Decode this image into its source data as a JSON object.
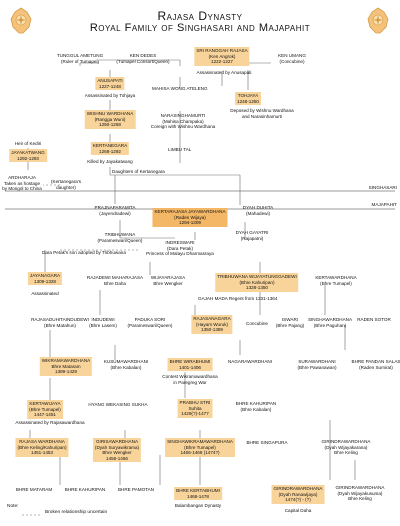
{
  "title": {
    "line1": "Rajasa Dynasty",
    "line2": "Royal Family of  Singhasari and  Majapahit"
  },
  "eras": {
    "singhasari": "SINGHASARI",
    "majapahit": "MAJAPAHIT"
  },
  "note": {
    "label": "Note:",
    "legend": "Broken relationship uncertain"
  },
  "labels": {
    "mahisa": "MAHISA WONG ATELENG",
    "limbu": "LIMBU TAL",
    "daughters": "Daughters of Kertanegara",
    "dara_text": "Dara Petak's son adopted by Tribhuwana",
    "gajah": "GAJAH MADA  Regent from 1331-1364"
  },
  "persons": [
    {
      "id": "tunggul",
      "lines": [
        "TUNGGUL AMETUNG",
        "(Ruler of Tumapel)"
      ]
    },
    {
      "id": "kendedes",
      "lines": [
        "KEN DEDES",
        "(Tumapel Consort/Queen)"
      ]
    },
    {
      "id": "rangga",
      "lines": [
        "SRI RANGGAH RAJASA",
        "(Ken Angrok)",
        "1222-1227"
      ],
      "box": true
    },
    {
      "id": "rangga_note",
      "lines": [
        "Assassinated by Anusapati"
      ]
    },
    {
      "id": "kenumang",
      "lines": [
        "KEN UMANG",
        "(Concubine)"
      ]
    },
    {
      "id": "anusapati",
      "lines": [
        "ANUSAPATI",
        "1227-1248"
      ],
      "box": true
    },
    {
      "id": "anusapati_note",
      "lines": [
        "Assassinated by Tohjaya"
      ]
    },
    {
      "id": "wishnu",
      "lines": [
        "WISHNU WARDHANA",
        "(Rangga Wuni)",
        "1250-1268"
      ],
      "box": true
    },
    {
      "id": "narasingha",
      "lines": [
        "NARASINGHAMURTI",
        "(Mahisa Champaka)",
        "Coreign with Wishnu Wardhana"
      ]
    },
    {
      "id": "tohjaya",
      "lines": [
        "TOHJAYA",
        "1248-1250"
      ],
      "box": true
    },
    {
      "id": "tohjaya_note",
      "lines": [
        "Deposed by Wishnu Wardhana",
        "and Narasinhamurti"
      ]
    },
    {
      "id": "heir",
      "lines": [
        "Heir of Kediri"
      ]
    },
    {
      "id": "jayakatwang",
      "lines": [
        "JAYAKATWANG",
        "1292-1293"
      ],
      "box": true
    },
    {
      "id": "kertanegara",
      "lines": [
        "KERTANEGARA",
        "1268-1292"
      ],
      "box": true
    },
    {
      "id": "kertanegara_note",
      "lines": [
        "Killed by Jayakatwang"
      ]
    },
    {
      "id": "ardharaja",
      "lines": [
        "ARDHARAJA",
        "Taken as hostage",
        "by Mongol to China"
      ]
    },
    {
      "id": "kertanegaras_dtr",
      "lines": [
        "(Kertanegara's",
        "daughter)"
      ]
    },
    {
      "id": "prajnaparamita",
      "lines": [
        "PRAJNAPARAMITA",
        "(Jayendradewi)"
      ]
    },
    {
      "id": "kertarajasa",
      "lines": [
        "KERTARAJASA JAYAWARDHANA",
        "(Raden Wijaya)",
        "1294-1309"
      ],
      "box": true
    },
    {
      "id": "dyahduhita",
      "lines": [
        "DYAH DUHITA",
        "(Mahadewi)"
      ]
    },
    {
      "id": "tribhuwana_q",
      "lines": [
        "TRIBHUWANA",
        "(Parameswari/Queen)"
      ]
    },
    {
      "id": "indreswari",
      "lines": [
        "INDRESWARI",
        "(Dara Petak)",
        "Princess of Malayu Dharmasraya"
      ]
    },
    {
      "id": "dyahgayatri",
      "lines": [
        "DYAH GAYATRI",
        "(Rajapatni)"
      ]
    },
    {
      "id": "jayanagara",
      "lines": [
        "JAYANAGARA",
        "1309-1328"
      ],
      "box": true
    },
    {
      "id": "jayanagara_note",
      "lines": [
        "Assassinated"
      ]
    },
    {
      "id": "rajadewi",
      "lines": [
        "RAJADEWI MAHARAJASA",
        "Bhre Daha"
      ]
    },
    {
      "id": "wijayarajasa",
      "lines": [
        "WIJAYARAJASA",
        "Bhre Wengker"
      ]
    },
    {
      "id": "tribhuwana",
      "lines": [
        "TRIBHUWANA WIJAYATUNGGADEWI",
        "(Bhre Kahuripan)",
        "1328-1350"
      ],
      "box": true
    },
    {
      "id": "kertawardhana",
      "lines": [
        "KERTAWARDHANA",
        "(Bhre Tumapel)"
      ]
    },
    {
      "id": "rajasaduhita",
      "lines": [
        "RAJASADUHITAINDUDEWI",
        "(Bhre Matahun)"
      ]
    },
    {
      "id": "indudewi",
      "lines": [
        "INDUDEWI",
        "(Bhre Lasem)"
      ]
    },
    {
      "id": "padukasori",
      "lines": [
        "PADUKA SORI",
        "(Parameswari/Queen)"
      ]
    },
    {
      "id": "rajasanagara",
      "lines": [
        "RAJASANAGARA",
        "(Hayam Wuruk)",
        "1350-1389"
      ],
      "box": true
    },
    {
      "id": "concubine",
      "lines": [
        "Concubine"
      ]
    },
    {
      "id": "iswari",
      "lines": [
        "ISWARI",
        "(Bhre Pajang)"
      ]
    },
    {
      "id": "singhawardhana",
      "lines": [
        "SINGHAWARDHANA",
        "(Bhre Paguhan)"
      ]
    },
    {
      "id": "raden_sotor",
      "lines": [
        "RADEN SOTOR"
      ]
    },
    {
      "id": "wikrama",
      "lines": [
        "WIKRAMAWARDHANA",
        "Bhre Mataram",
        "1389-1429"
      ],
      "box": true
    },
    {
      "id": "kusumawardhani",
      "lines": [
        "KUSUMAWARDHANI",
        "(Bhre Kabalan)"
      ]
    },
    {
      "id": "wirabhumi",
      "lines": [
        "BHRE WIRABHUMI",
        "1401-1406"
      ],
      "box": true
    },
    {
      "id": "wirabhumi_note",
      "lines": [
        "Contest Wikramawardhana",
        "in Paregreg War"
      ]
    },
    {
      "id": "nagarawardhani",
      "lines": [
        "NAGARAWARDHANI"
      ]
    },
    {
      "id": "surawardhani",
      "lines": [
        "SURAWARDHANI",
        "(Bhre Pawanawan)"
      ]
    },
    {
      "id": "pandansalas",
      "lines": [
        "BHRE PANDAN SALAS",
        "(Raden Sumirat)"
      ]
    },
    {
      "id": "kertawijaya",
      "lines": [
        "KERTAWIJAYA",
        "(Bhre Tumapel)",
        "1447-1451"
      ],
      "box": true
    },
    {
      "id": "kertawijaya_note",
      "lines": [
        "Assassinated by Rajasawardhana"
      ]
    },
    {
      "id": "hyang",
      "lines": [
        "HYANG WEKASING SUKHA"
      ]
    },
    {
      "id": "prabhu",
      "lines": [
        "PRABHU STRI",
        "Suhita",
        "1429(?)-1477"
      ],
      "box": true
    },
    {
      "id": "kahuripan",
      "lines": [
        "BHRE KAHURIPAN",
        "(Bhre Kabalan)"
      ]
    },
    {
      "id": "rajasawardhana",
      "lines": [
        "RAJASA WARDHANA",
        "(Bhre Keling/Kahuripan)",
        "1451-1453"
      ],
      "box": true
    },
    {
      "id": "girisawardhana",
      "lines": [
        "GIRISAWARDHANA",
        "(Dyah Suryawikrama)",
        "Bhre Wengker",
        "1456-1466"
      ],
      "box": true
    },
    {
      "id": "singhawikrama",
      "lines": [
        "SINGHAWIKRAMAWARDHANA",
        "(Bhre Tumapel)",
        "1466-1468 (1474?)"
      ],
      "box": true
    },
    {
      "id": "singapura",
      "lines": [
        "BHRE SINGAPURA"
      ]
    },
    {
      "id": "girindrawardhana",
      "lines": [
        "GIRINDRAWARDHANA",
        "(Dyah Wijayakarana)",
        "Bhre Keling"
      ]
    },
    {
      "id": "mataram",
      "lines": [
        "BHRE MATARAM"
      ]
    },
    {
      "id": "bhre_kahuripan",
      "lines": [
        "BHRE KAHURIPAN"
      ]
    },
    {
      "id": "pamotan",
      "lines": [
        "BHRE PAMOTAN"
      ]
    },
    {
      "id": "kertabhumi",
      "lines": [
        "BHRE KERTABHUMI",
        "1468-1478"
      ],
      "box": true
    },
    {
      "id": "balambangan",
      "lines": [
        "Balambangan Dynasty"
      ]
    },
    {
      "id": "girindrawardhana2",
      "lines": [
        "GIRINDRAWARDHANA",
        "(Dyah Ranawijaya)",
        "1474(?) - (?)"
      ],
      "box": true
    },
    {
      "id": "girindrawardhana2_note",
      "lines": [
        "Capital Daha"
      ]
    },
    {
      "id": "girindrawardhana3",
      "lines": [
        "GIRINDRAWARDHANA",
        "(Dyah Wijayakusuma)",
        "Bhre Keling"
      ]
    }
  ]
}
